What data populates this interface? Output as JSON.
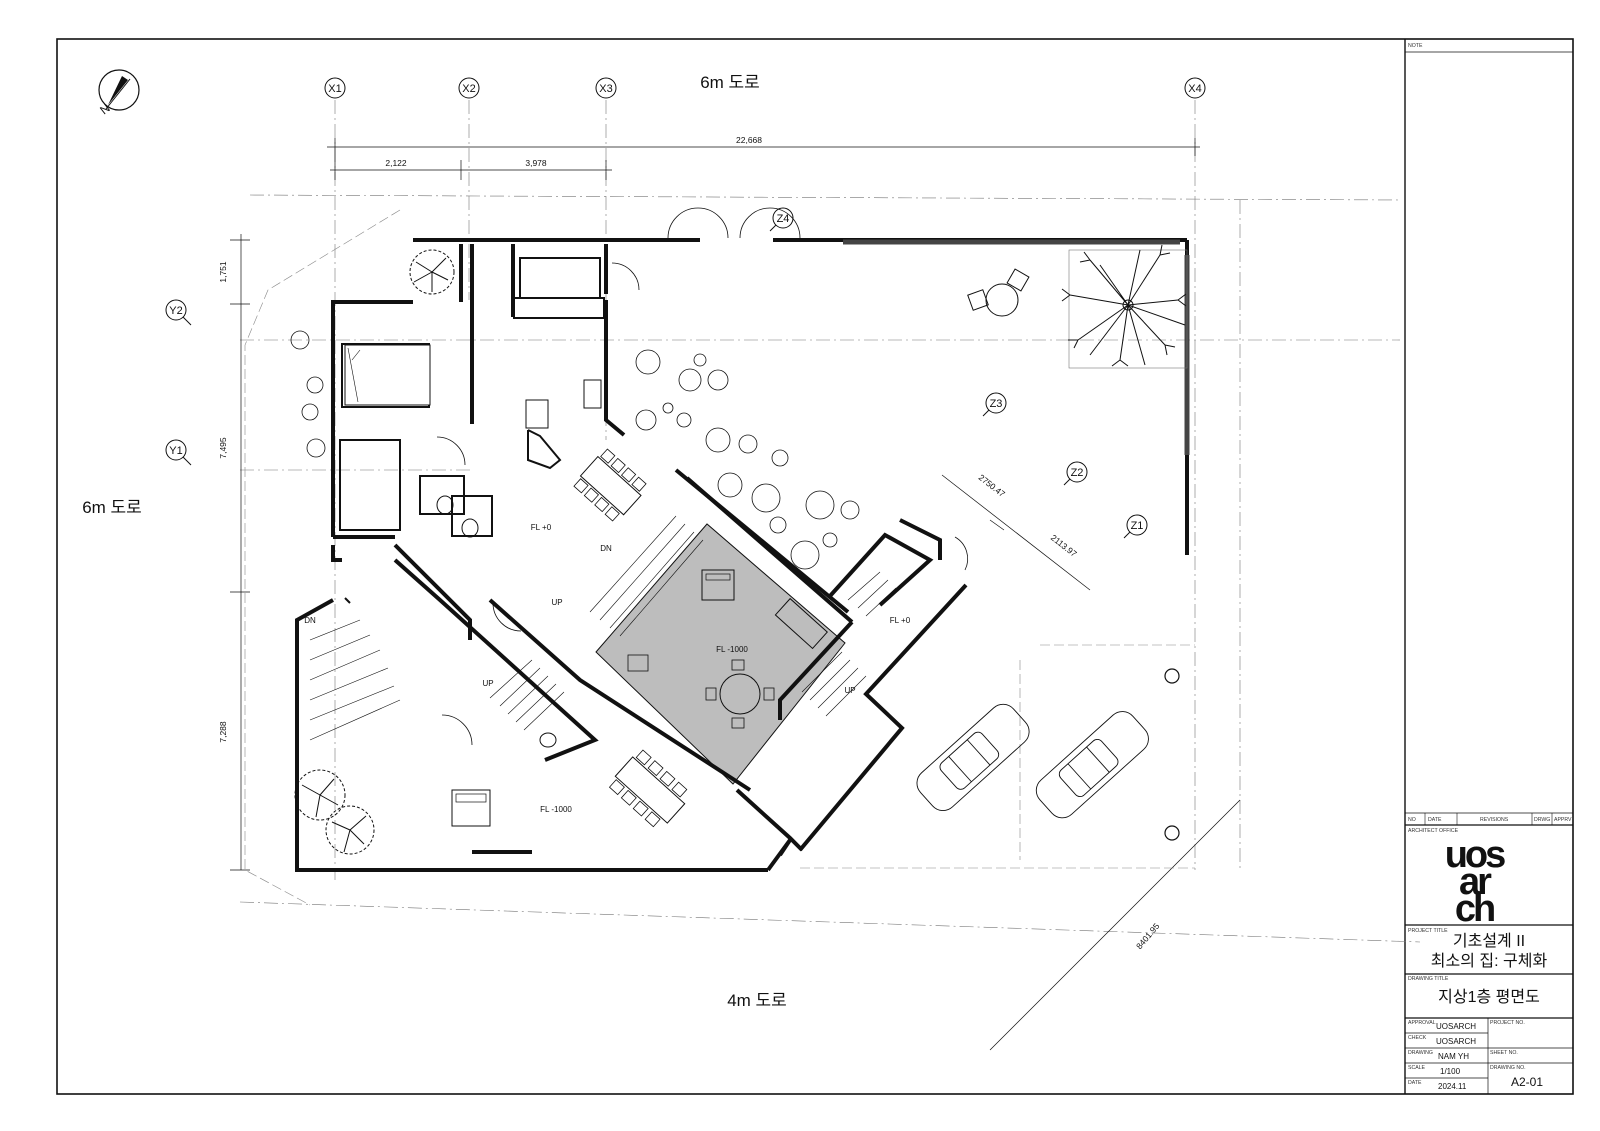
{
  "roads": {
    "top": "6m 도로",
    "left": "6m 도로",
    "bottom": "4m 도로"
  },
  "north_label": "N",
  "grid": {
    "x": [
      "X1",
      "X2",
      "X3",
      "X4"
    ],
    "y": [
      "Y1",
      "Y2"
    ],
    "z": [
      "Z1",
      "Z2",
      "Z3",
      "Z4"
    ]
  },
  "dimensions": {
    "top_total": "22,668",
    "top_1": "2,122",
    "top_2": "3,978",
    "left_1": "1,751",
    "left_2": "7,495",
    "left_3": "7,288",
    "diag_1": "2750.47",
    "diag_2": "2113.97",
    "diag_3": "8401.95"
  },
  "plan_labels": {
    "fl_0_main": "FL +0",
    "fl_0_right": "FL +0",
    "fl_1000_center": "FL -1000",
    "fl_1000_bottom": "FL -1000",
    "dn_top": "DN",
    "dn_left": "DN",
    "up_center": "UP",
    "up_left": "UP",
    "up_right": "UP"
  },
  "title_block": {
    "note": "NOTE",
    "rev_no": "NO",
    "rev_date": "DATE",
    "rev_revisions": "REVISIONS",
    "rev_drwg": "DRWG",
    "rev_apprv": "APPRV",
    "architect_office_label": "ARCHITECT OFFICE",
    "logo": [
      "uos",
      "ar",
      "ch"
    ],
    "project_title_label": "PROJECT TITLE",
    "project_title_1": "기초설계 II",
    "project_title_2": "최소의 집: 구체화",
    "drawing_title_label": "DRAWING TITLE",
    "drawing_title": "지상1층 평면도",
    "approval_label": "APPROVAL",
    "approval_value": "UOSARCH",
    "check_label": "CHECK",
    "check_value": "UOSARCH",
    "drawing_label": "DRAWING",
    "drawing_value": "NAM YH",
    "scale_label": "SCALE",
    "scale_value": "1/100",
    "date_label": "DATE",
    "date_value": "2024.11",
    "project_no_label": "PROJECT NO.",
    "sheet_no_label": "SHEET NO.",
    "drawing_no_label": "DRAWING NO.",
    "drawing_no_value": "A2-01"
  }
}
